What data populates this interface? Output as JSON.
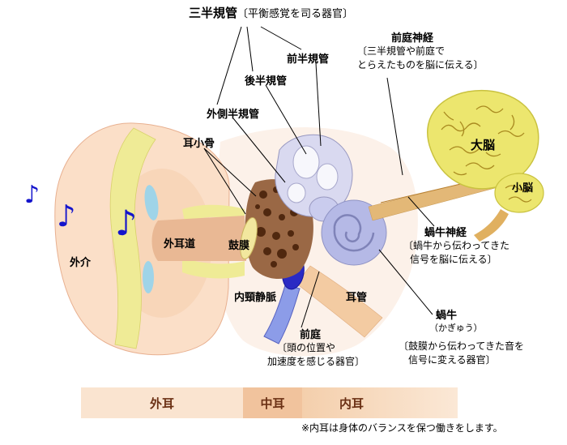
{
  "title": {
    "main": "三半規管",
    "sub": "〔平衡感覚を司る器官〕"
  },
  "labels": {
    "anterior_canal": "前半規管",
    "posterior_canal": "後半規管",
    "lateral_canal": "外側半規管",
    "ossicles": "耳小骨",
    "vestibular_nerve": {
      "name": "前庭神経",
      "desc1": "〔三半規管や前庭で",
      "desc2": "とらえたものを脳に伝える〕"
    },
    "cerebrum": "大脳",
    "cerebellum": "小脳",
    "cochlear_nerve": {
      "name": "蝸牛神経",
      "desc1": "〔蝸牛から伝わってきた",
      "desc2": "信号を脳に伝える〕"
    },
    "ear_canal": "外耳道",
    "eardrum": "鼓膜",
    "outer_air": "外介",
    "jugular_vein": "内頸静脈",
    "eustachian_tube": "耳管",
    "vestibule": {
      "name": "前庭",
      "desc1": "〔頭の位置や",
      "desc2": "加速度を感じる器官〕"
    },
    "cochlea": {
      "name": "蝸牛",
      "reading": "（かぎゅう）",
      "desc1": "〔鼓膜から伝わってきた音を",
      "desc2": "信号に変える器官〕"
    }
  },
  "regions": {
    "outer": "外耳",
    "middle": "中耳",
    "inner": "内耳"
  },
  "footnote": "※内耳は身体のバランスを保つ働きをします。",
  "notes": [
    "♪",
    "♪",
    "♪"
  ],
  "colors": {
    "note_blue": "#1414cc",
    "brain_yellow": "#ece66e",
    "cochlea_lavender": "#b5b9e6",
    "vein_blue": "#2a2ac4",
    "skin_peach": "#fbdfc8",
    "bar_text": "#6b3014"
  }
}
